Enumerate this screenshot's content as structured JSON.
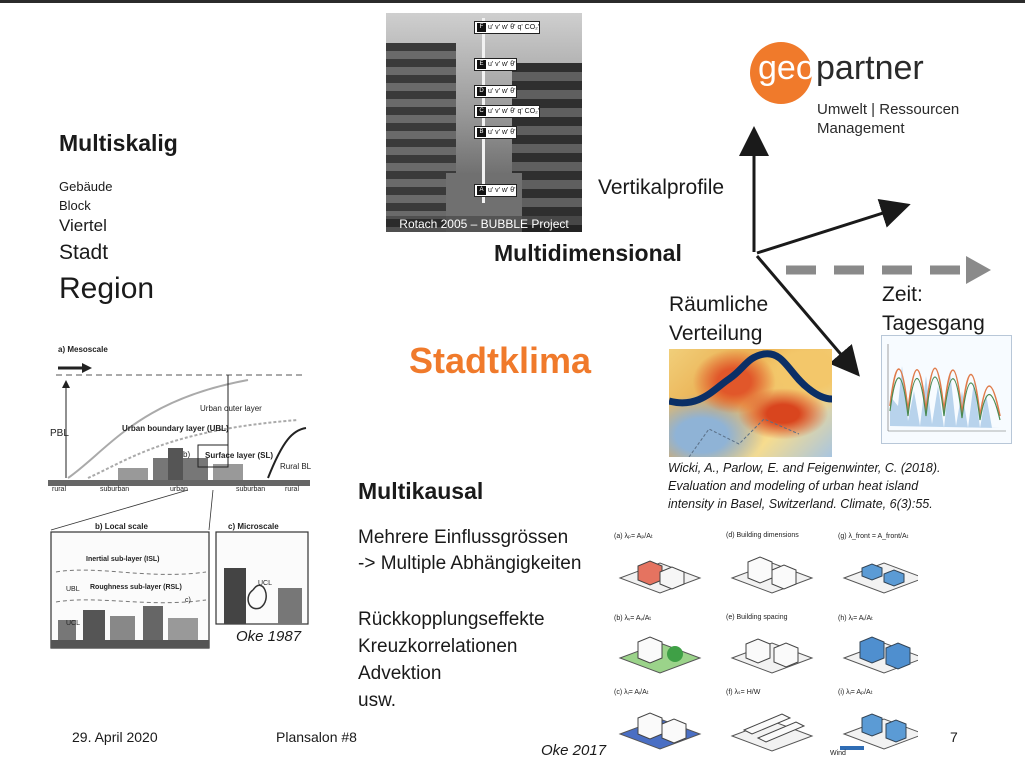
{
  "slide": {
    "multiskalig": {
      "title": "Multiskalig",
      "levels": [
        "Gebäude",
        "Block",
        "Viertel",
        "Stadt",
        "Region"
      ]
    },
    "photo": {
      "caption": "Rotach 2005 – BUBBLE Project",
      "labels": [
        {
          "letter": "F",
          "text": "u' v' w' θ' q' CO₂'"
        },
        {
          "letter": "E",
          "text": "u' v' w' θ'"
        },
        {
          "letter": "D",
          "text": "u' v' w' θ'"
        },
        {
          "letter": "C",
          "text": "u' v' w' θ' q' CO₂'"
        },
        {
          "letter": "B",
          "text": "u' v' w' θ'"
        },
        {
          "letter": "A",
          "text": "u' v' w' θ'"
        }
      ]
    },
    "logo": {
      "geo": "geo",
      "partner": "partner",
      "line1": "Umwelt | Ressourcen",
      "line2": "Management"
    },
    "multidim": {
      "title": "Multidimensional",
      "vertical": "Vertikalprofile",
      "spatial_line1": "Räumliche",
      "spatial_line2": "Verteilung",
      "time_line1": "Zeit:",
      "time_line2": "Tagesgang"
    },
    "center_title": "Stadtklima",
    "citation": {
      "line1": "Wicki, A., Parlow, E. and Feigenwinter, C. (2018).",
      "line2": "Evaluation and modeling of urban heat island",
      "line3": "intensity in Basel, Switzerland. Climate, 6(3):55."
    },
    "multikausal": {
      "title": "Multikausal",
      "line1": "Mehrere Einflussgrössen",
      "line2": "-> Multiple Abhängigkeiten",
      "items": [
        "Rückkopplungseffekte",
        "Kreuzkorrelationen",
        "Advektion",
        "usw."
      ]
    },
    "oke1987": {
      "caption": "Oke 1987",
      "mesoscale": "a) Mesoscale",
      "local": "b) Local scale",
      "micro": "c) Microscale",
      "pbl": "PBL",
      "ubl": "Urban boundary layer (UBL)",
      "uol": "Urban outer layer",
      "sl": "Surface layer (SL)",
      "rural_bl": "Rural BL",
      "isl": "Inertial sub-layer (ISL)",
      "rsl": "Roughness sub-layer (RSL)",
      "ubl_short": "UBL",
      "ucl": "UCL",
      "b_tag": "b)",
      "c_tag": "c)",
      "ground": [
        "rural",
        "suburban",
        "urban",
        "suburban",
        "rural"
      ]
    },
    "oke2017": {
      "caption": "Oke 2017",
      "panels": [
        "(a)  λₚ= Aₚ/Aₜ",
        "(d)  Building dimensions",
        "(g)  λ_front = A_front/Aₜ",
        "(b)  λᵥ= Aᵥ/Aₜ",
        "(e)  Building spacing",
        "(h)  λᵢ= Aᵢ/Aₜ",
        "(c)  λᵢ= Aᵢ/Aₜ",
        "(f)  λₛ= H/W",
        "(i)  λᵢ= Aₚ/Aₜ"
      ],
      "wind": "Wind"
    },
    "footer": {
      "date": "29. April 2020",
      "event": "Plansalon #8",
      "page": "7"
    },
    "colors": {
      "accent": "#f07a2b",
      "text": "#1a1a1a",
      "arrow": "#1a1a1a",
      "dashed_arrow": "#8a8a8a"
    }
  }
}
